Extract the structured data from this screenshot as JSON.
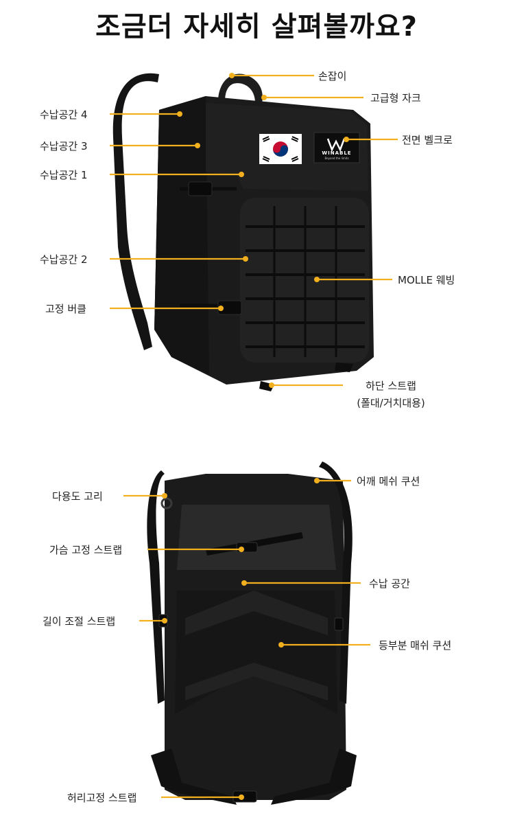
{
  "title": "조금더 자세히 살펴볼까요?",
  "colors": {
    "accent": "#f2b01e",
    "bag": "#1b1b1b"
  },
  "front_view": {
    "brand": {
      "name": "WINABLE",
      "tagline": "Beyond the limits"
    },
    "labels": {
      "handle": "손잡이",
      "zipper": "고급형 자크",
      "front_velcro": "전면 벨크로",
      "storage4": "수납공간 4",
      "storage3": "수납공간 3",
      "storage1": "수납공간 1",
      "storage2": "수납공간 2",
      "molle": "MOLLE 웨빙",
      "buckle": "고정 버클",
      "bottom_strap": "하단 스트랩",
      "bottom_strap_sub": "(폴대/거치대용)"
    }
  },
  "back_view": {
    "labels": {
      "shoulder_mesh": "어깨 메쉬 쿠션",
      "multi_ring": "다용도 고리",
      "chest_strap": "가슴 고정 스트랩",
      "storage": "수납 공간",
      "length_strap": "길이 조절 스트랩",
      "back_mesh": "등부분 매쉬 쿠션",
      "waist_strap": "허리고정 스트랩"
    }
  }
}
